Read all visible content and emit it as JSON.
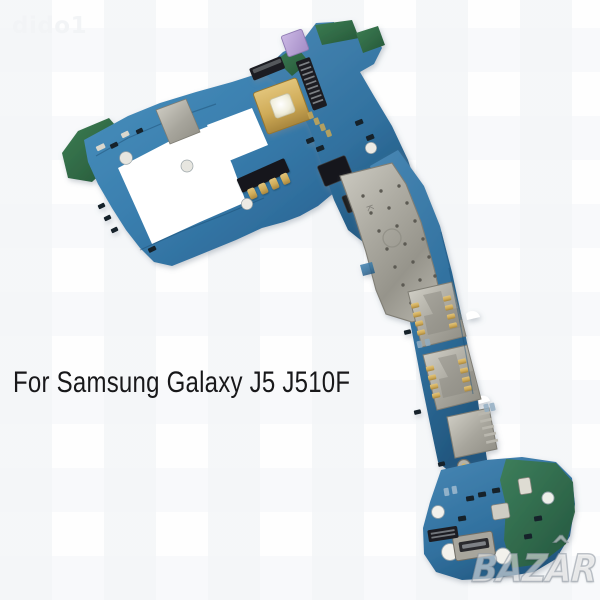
{
  "image": {
    "kind": "product-photo",
    "subject": "smartphone-motherboard",
    "background_color": "#fefefe"
  },
  "caption": {
    "text": "For Samsung Galaxy J5 J510F",
    "color": "#18181a"
  },
  "watermarks": {
    "corner": {
      "text": "dido1",
      "color": "#f2f4f6"
    },
    "brand": {
      "text_before": "BAZ",
      "text_accent": "A",
      "text_after": "R",
      "full_text": "BAZAR",
      "color": "#ffffff"
    }
  },
  "board": {
    "label": "samsung-galaxy-j5-j510f-motherboard",
    "shape": "L-shaped PCB rotated diagonally",
    "colors": {
      "pcb_blue": "#3a7faf",
      "pcb_blue_dark": "#2a6punch",
      "pcb_blue_shadow": "#245f8c",
      "pcb_blue_light": "#4e93c0",
      "solder_mask_green": "#2f6b46",
      "solder_mask_green_light": "#3f7d55",
      "emi_shield_silver": "#a9a79f",
      "emi_shield_silver_light": "#c2c0b8",
      "emi_shield_silver_dark": "#8b897f",
      "led_flash_gold": "#d4b262",
      "led_phosphor_white": "#f3f1e4",
      "component_purple": "#b9a4d6",
      "connector_black": "#1d1f22",
      "gold_contact": "#d8b558",
      "gold_contact_dark": "#a98a3c"
    },
    "components": [
      {
        "name": "led-camera-flash",
        "type": "led",
        "color": "#d4b262"
      },
      {
        "name": "purple-filter-component",
        "type": "chip",
        "color": "#b9a4d6"
      },
      {
        "name": "emi-shield-main",
        "type": "shield",
        "color": "#a9a79f"
      },
      {
        "name": "emi-shield-small",
        "type": "shield",
        "color": "#b4b2aa"
      },
      {
        "name": "sim-card-slot-primary",
        "type": "card-slot"
      },
      {
        "name": "sim-card-slot-secondary",
        "type": "card-slot"
      },
      {
        "name": "microsd-card-slot",
        "type": "card-slot"
      },
      {
        "name": "fpc-connector-display",
        "type": "connector",
        "color": "#1d1f22"
      },
      {
        "name": "fpc-connector-camera",
        "type": "connector",
        "color": "#1d1f22"
      },
      {
        "name": "battery-contact-pins",
        "type": "connector",
        "pin_count": 4
      },
      {
        "name": "micro-usb-charging-port",
        "type": "port"
      },
      {
        "name": "coaxial-antenna-connector",
        "type": "connector"
      },
      {
        "name": "board-cutout-large",
        "type": "cutout"
      },
      {
        "name": "board-cutout-small",
        "type": "cutout"
      }
    ]
  }
}
